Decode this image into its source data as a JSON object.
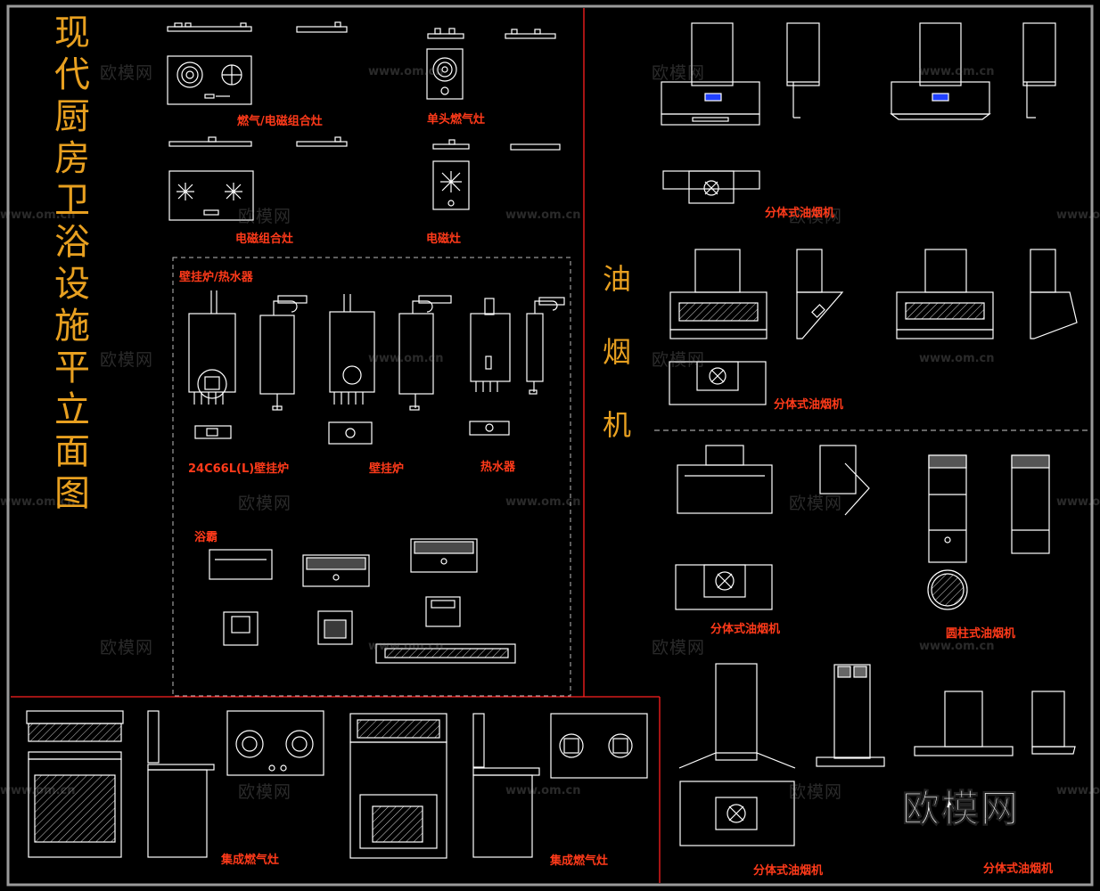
{
  "title": "现代厨房卫浴设施平立面图",
  "hood_section_title": "油烟机",
  "labels": {
    "gas_induction_combo": "燃气/电磁组合灶",
    "single_gas": "单头燃气灶",
    "induction_combo": "电磁组合灶",
    "induction": "电磁灶",
    "wall_boiler_heater": "壁挂炉/热水器",
    "boiler_model": "24C66L(L)壁挂炉",
    "boiler": "壁挂炉",
    "water_heater": "热水器",
    "yuba": "浴霸",
    "integrated_stove_1": "集成燃气灶",
    "integrated_stove_2": "集成燃气灶",
    "split_hood_1": "分体式油烟机",
    "split_hood_2": "分体式油烟机",
    "split_hood_3": "分体式油烟机",
    "cylinder_hood": "圆柱式油烟机",
    "split_hood_4": "分体式油烟机",
    "split_hood_5": "分体式油烟机"
  },
  "watermark": {
    "text": "欧模网",
    "url": "www.om.cn",
    "big": "欧模网"
  },
  "colors": {
    "background": "#000000",
    "title": "#e8a020",
    "label": "#ff3a1a",
    "line": "#ffffff",
    "frame": "#9a9a9a",
    "divider": "#ff2020"
  }
}
